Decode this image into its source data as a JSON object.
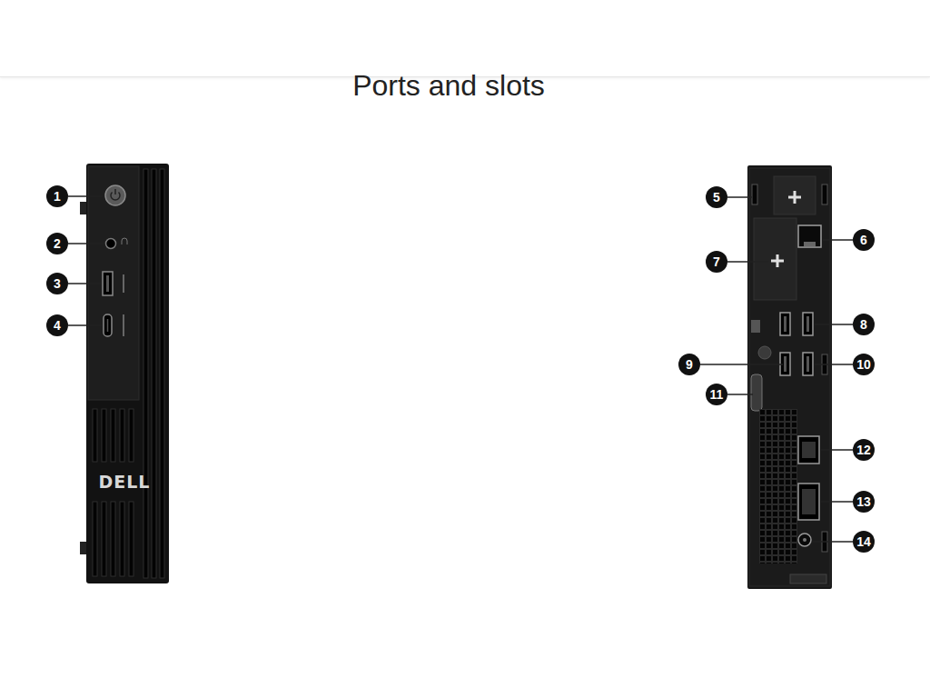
{
  "diagram": {
    "title": "Ports and slots",
    "labels": [
      "1",
      "2",
      "3",
      "4",
      "5",
      "6",
      "7",
      "8",
      "9",
      "10",
      "11",
      "12",
      "13",
      "14",
      "DELL"
    ]
  }
}
